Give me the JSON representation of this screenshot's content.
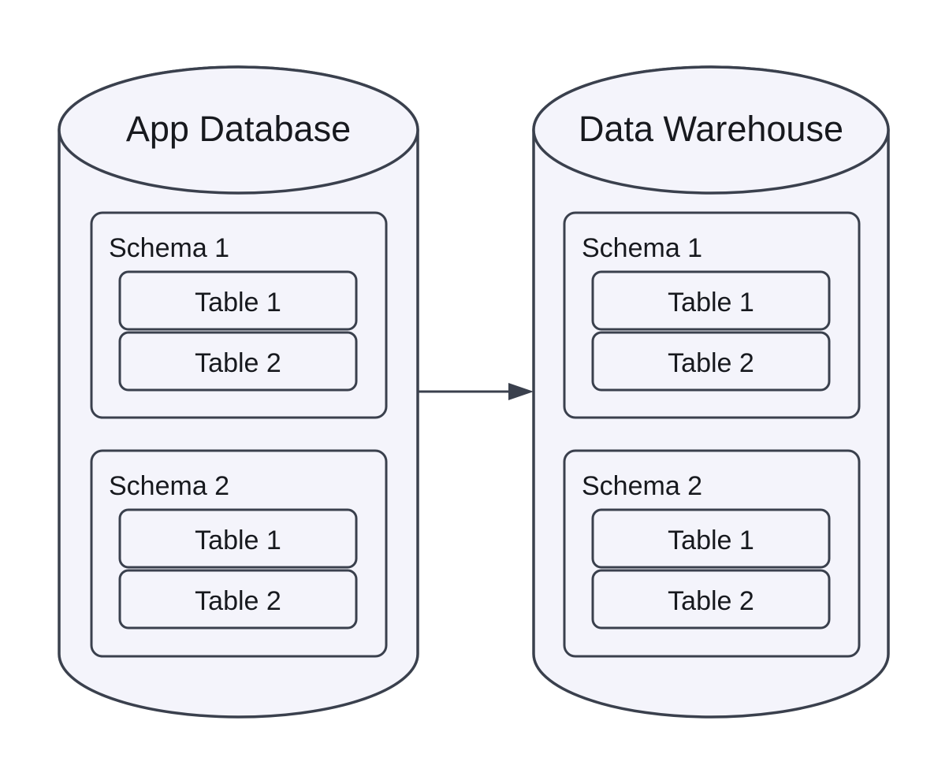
{
  "diagram": {
    "colors": {
      "background": "#ffffff",
      "fill": "#f4f4fb",
      "stroke": "#3a404d",
      "text": "#17191e"
    },
    "arrow": {
      "from": "App Database",
      "to": "Data Warehouse",
      "direction": "left-to-right"
    },
    "databases": [
      {
        "title": "App Database",
        "schemas": [
          {
            "name": "Schema 1",
            "tables": [
              "Table 1",
              "Table 2"
            ]
          },
          {
            "name": "Schema 2",
            "tables": [
              "Table 1",
              "Table 2"
            ]
          }
        ]
      },
      {
        "title": "Data Warehouse",
        "schemas": [
          {
            "name": "Schema 1",
            "tables": [
              "Table 1",
              "Table 2"
            ]
          },
          {
            "name": "Schema 2",
            "tables": [
              "Table 1",
              "Table 2"
            ]
          }
        ]
      }
    ]
  }
}
